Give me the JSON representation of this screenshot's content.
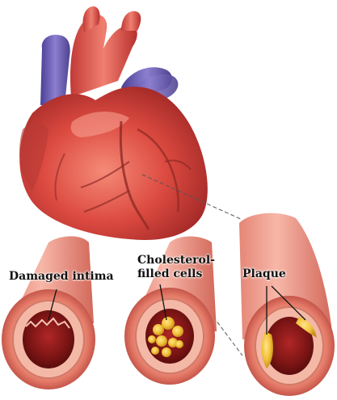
{
  "labels": {
    "damaged_intima": "Damaged intima",
    "cholesterol_line1": "Cholesterol-",
    "cholesterol_line2": "filled cells",
    "plaque": "Plaque"
  },
  "colors": {
    "heart_red": "#d9473f",
    "heart_light": "#f07a6a",
    "vein_purple": "#6b5fb3",
    "artery_wall": "#e98a7a",
    "lumen_dark": "#8a1a1a",
    "plaque_yellow": "#f2c23a",
    "background": "#ffffff"
  }
}
